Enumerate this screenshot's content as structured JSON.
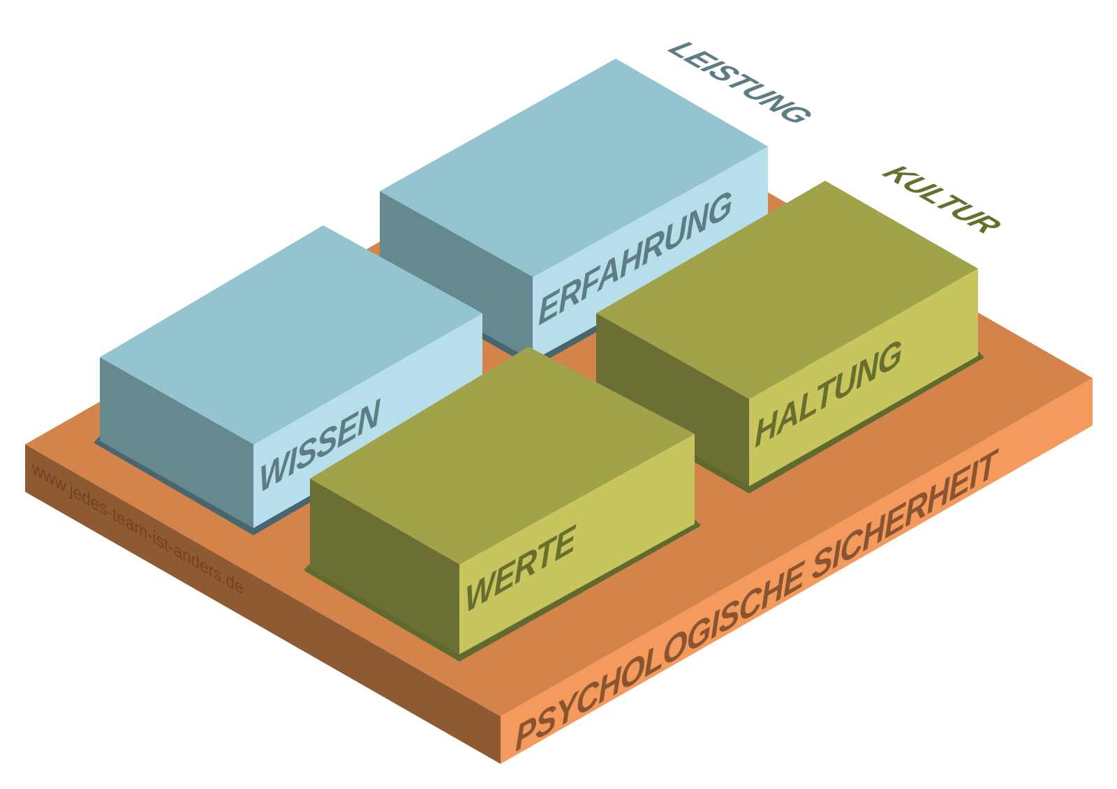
{
  "diagram": {
    "title": "Team-Modell: Leistung und Kultur auf psychologischer Sicherheit",
    "foundation": {
      "label": "PSYCHOLOGISCHE SICHERHEIT",
      "website": "www.jedes-team-ist-anders.de",
      "colors": {
        "top": "#D4834A",
        "left": "#8F5A32",
        "right": "#F39A5C",
        "text": "#8A5430",
        "url_text": "#6E4322"
      }
    },
    "groups": [
      {
        "label": "LEISTUNG",
        "color": "#5E7C84",
        "blocks": [
          "WISSEN",
          "ERFAHRUNG"
        ],
        "colors": {
          "top": "#94C4D0",
          "left": "#66888F",
          "right": "#B6DEEB",
          "rim": "#486570",
          "text": "#5E7C84"
        }
      },
      {
        "label": "KULTUR",
        "color": "#676E2E",
        "blocks": [
          "WERTE",
          "HALTUNG"
        ],
        "colors": {
          "top": "#A0A34A",
          "left": "#6B6F33",
          "right": "#C8C45E",
          "rim": "#5E6A2E",
          "text": "#676E2E"
        }
      }
    ],
    "blocks": {
      "erfahrung": {
        "label": "ERFAHRUNG",
        "group": "LEISTUNG"
      },
      "wissen": {
        "label": "WISSEN",
        "group": "LEISTUNG"
      },
      "haltung": {
        "label": "HALTUNG",
        "group": "KULTUR"
      },
      "werte": {
        "label": "WERTE",
        "group": "KULTUR"
      }
    }
  }
}
